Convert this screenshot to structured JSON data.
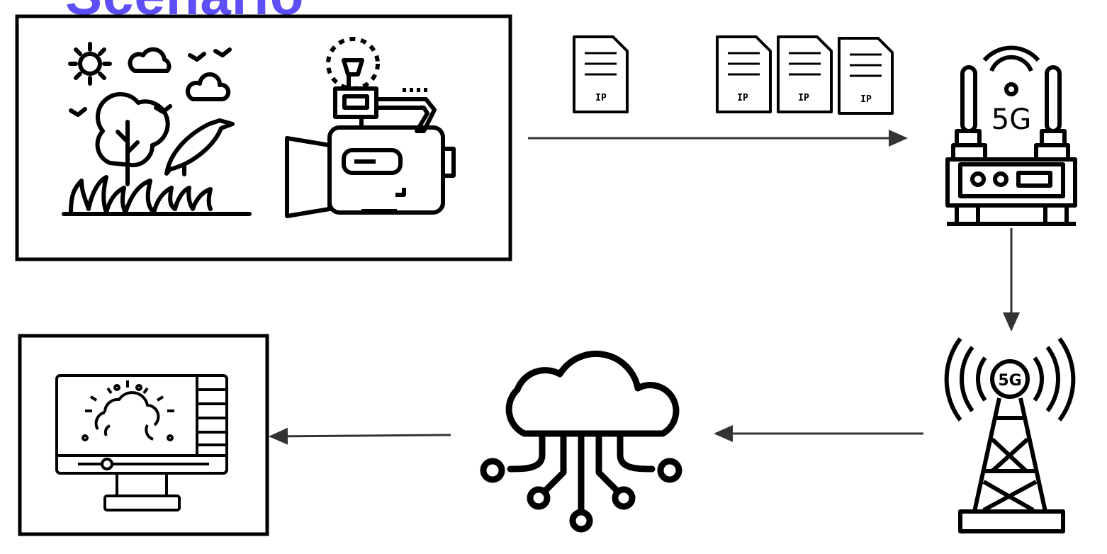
{
  "title": "Scenario",
  "colors": {
    "title": "#5e4ef5",
    "stroke": "#000000",
    "arrow": "#333333"
  },
  "nodes": [
    {
      "id": "source",
      "icons": [
        "nature-scene-icon",
        "video-camera-icon"
      ]
    },
    {
      "id": "packets",
      "labels": [
        "IP",
        "IP",
        "IP",
        "IP"
      ]
    },
    {
      "id": "router",
      "label": "5G",
      "icon": "5g-router-icon"
    },
    {
      "id": "tower",
      "label": "5G",
      "icon": "5g-tower-icon"
    },
    {
      "id": "cloud",
      "icon": "cloud-network-icon"
    },
    {
      "id": "monitor",
      "icon": "monitor-weather-icon"
    }
  ],
  "edges": [
    {
      "from": "source",
      "to": "router"
    },
    {
      "from": "router",
      "to": "tower"
    },
    {
      "from": "tower",
      "to": "cloud"
    },
    {
      "from": "cloud",
      "to": "monitor"
    }
  ]
}
